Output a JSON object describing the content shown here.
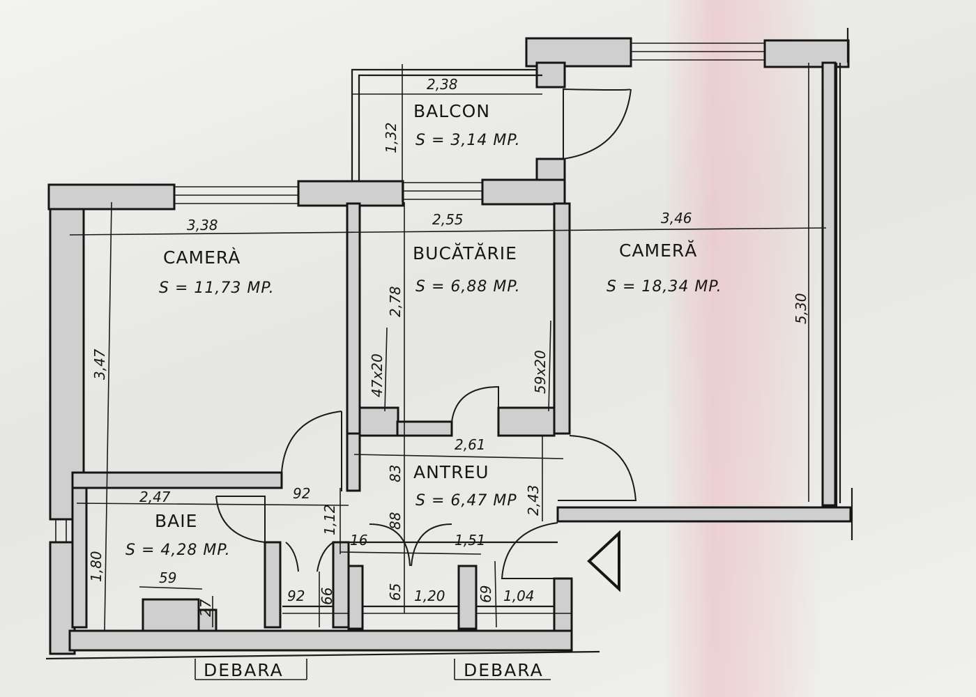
{
  "rooms": {
    "balcon": {
      "name": "BALCON",
      "area": "S = 3,14 MP."
    },
    "camera1": {
      "name": "CAMERÀ",
      "area": "S = 11,73 MP."
    },
    "bucatarie": {
      "name": "BUCĂTĂRIE",
      "area": "S = 6,88 MP."
    },
    "camera2": {
      "name": "CAMERĂ",
      "area": "S = 18,34 MP."
    },
    "antreu": {
      "name": "ANTREU",
      "area": "S = 6,47 MP"
    },
    "baie": {
      "name": "BAIE",
      "area": "S = 4,28 MP."
    }
  },
  "labels": {
    "debara_left": "DEBARA",
    "debara_right": "DEBARA"
  },
  "dimensions": {
    "balcon_width": "2,38",
    "balcon_depth": "1,32",
    "camera1_width": "3,38",
    "bucatarie_width": "2,55",
    "camera2_width": "3,46",
    "camera2_depth": "5,30",
    "camera1_depth": "3,47",
    "bucatarie_depth": "2,78",
    "window_left": "47x20",
    "window_right": "59x20",
    "antreu_width": "2,61",
    "antreu_83": "83",
    "antreu_depth": "2,43",
    "baie_width": "2,47",
    "door_92_top": "92",
    "dim_112": "1,12",
    "baie_depth": "1,80",
    "dim_16": "16",
    "dim_88": "88",
    "dim_151": "1,51",
    "baie_59": "59",
    "baie_27": "27",
    "debara_92": "92",
    "debara_66": "66",
    "debara_65": "65",
    "debara_120": "1,20",
    "debara_69": "69",
    "debara_104": "1,04"
  },
  "colors": {
    "ink": "#161616",
    "wall_fill": "#cfcfcf",
    "paper": "#ecece8",
    "crease_tint": "#ecbabe"
  },
  "icons": {
    "entrance_marker": "triangle-arrow-icon"
  }
}
